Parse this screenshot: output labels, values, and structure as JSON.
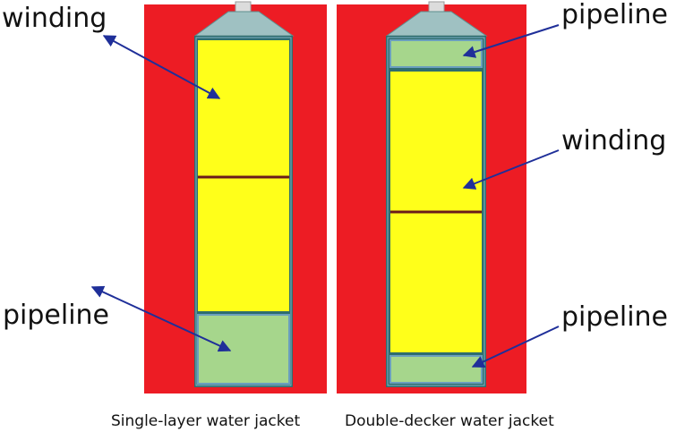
{
  "colors": {
    "background": "#ffffff",
    "jacket_red": "#ed1c24",
    "winding_yellow": "#ffff1a",
    "pipeline_green": "#a6d68c",
    "tank_border": "#2f6d6d",
    "funnel": "#9fc1c2",
    "nozzle": "#dcdcdc",
    "arrow": "#1f2f99",
    "divider": "#6a1b1b"
  },
  "left_panel": {
    "caption": "Single-layer water jacket",
    "winding_label": "winding",
    "pipeline_label": "pipeline"
  },
  "right_panel": {
    "caption": "Double-decker water jacket",
    "top_pipeline_label": "pipeline",
    "winding_label": "winding",
    "bottom_pipeline_label": "pipeline"
  }
}
